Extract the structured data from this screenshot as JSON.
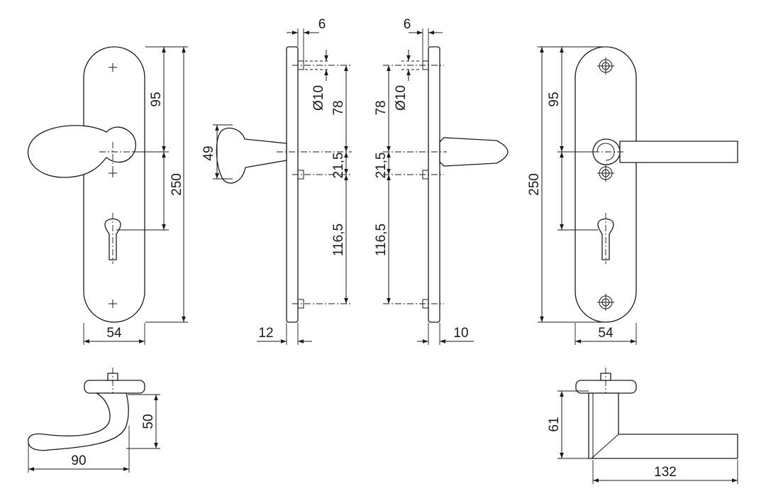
{
  "dimensions": {
    "front_left": {
      "upper_spacing": "95",
      "total_height": "250",
      "width": "54",
      "knob_height": "49"
    },
    "side_left": {
      "thickness": "6",
      "hole": "Ø10",
      "upper_spacing": "78",
      "middle_spacing": "21,5",
      "lower_spacing": "116,5",
      "base": "12"
    },
    "side_right": {
      "thickness": "6",
      "hole": "Ø10",
      "upper_spacing": "78",
      "middle_spacing": "21,5",
      "lower_spacing": "116,5",
      "base": "10"
    },
    "front_right": {
      "upper_spacing": "95",
      "total_height": "250",
      "width": "54"
    },
    "top_left": {
      "projection": "50",
      "length": "90"
    },
    "top_right": {
      "projection": "61",
      "length": "132"
    }
  },
  "colors": {
    "line": "#1a1a1a",
    "background": "#ffffff"
  }
}
